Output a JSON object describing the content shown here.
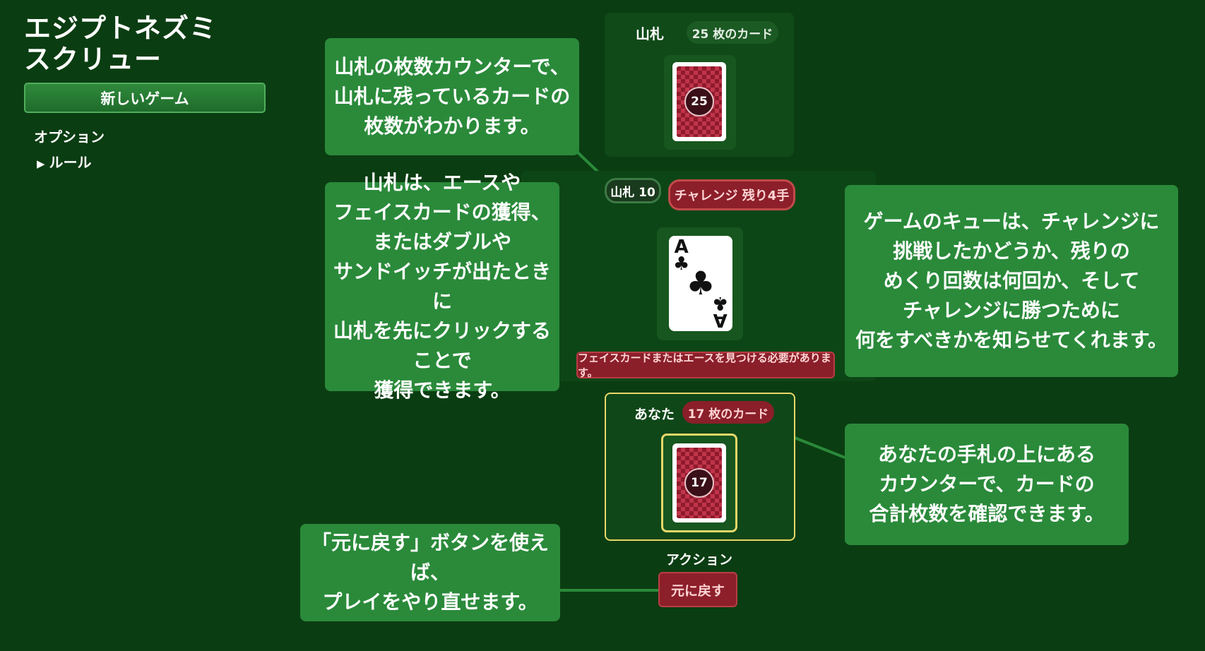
{
  "app": {
    "title_line1": "エジプトネズミ",
    "title_line2": "スクリュー"
  },
  "sidebar": {
    "new_game": "新しいゲーム",
    "options": "オプション",
    "rules": "ルール",
    "rules_arrow": "▶"
  },
  "pile": {
    "title": "山札",
    "deck_count": "25 枚のカード",
    "deck_number": "25"
  },
  "center": {
    "pile_count": "山札 10",
    "challenge": "チャレンジ 残り4手",
    "card": {
      "rank": "A",
      "suit": "♣"
    },
    "hint": "フェイスカードまたはエースを見つける必要があります。"
  },
  "player": {
    "title": "あなた",
    "card_count": "17 枚のカード",
    "deck_number": "17"
  },
  "actions": {
    "label": "アクション",
    "undo": "元に戻す"
  },
  "callouts": {
    "deck_counter": "山札の枚数カウンターで、\n山札に残っているカードの\n枚数がわかります。",
    "pile_take": "山札は、エースや\nフェイスカードの獲得、\nまたはダブルや\nサンドイッチが出たときに\n山札を先にクリックすることで\n獲得できます。",
    "queue": "ゲームのキューは、チャレンジに\n挑戦したかどうか、残りの\nめくり回数は何回か、そして\nチャレンジに勝つために\n何をすべきかを知らせてくれます。",
    "hand_counter": "あなたの手札の上にある\nカウンターで、カードの\n合計枚数を確認できます。",
    "undo_help": "「元に戻す」ボタンを使えば、\nプレイをやり直せます。"
  },
  "colors": {
    "background": "#0b3d12",
    "callout": "#2a8a3a",
    "danger": "#8c1f2a",
    "highlight": "#e8d76a"
  }
}
